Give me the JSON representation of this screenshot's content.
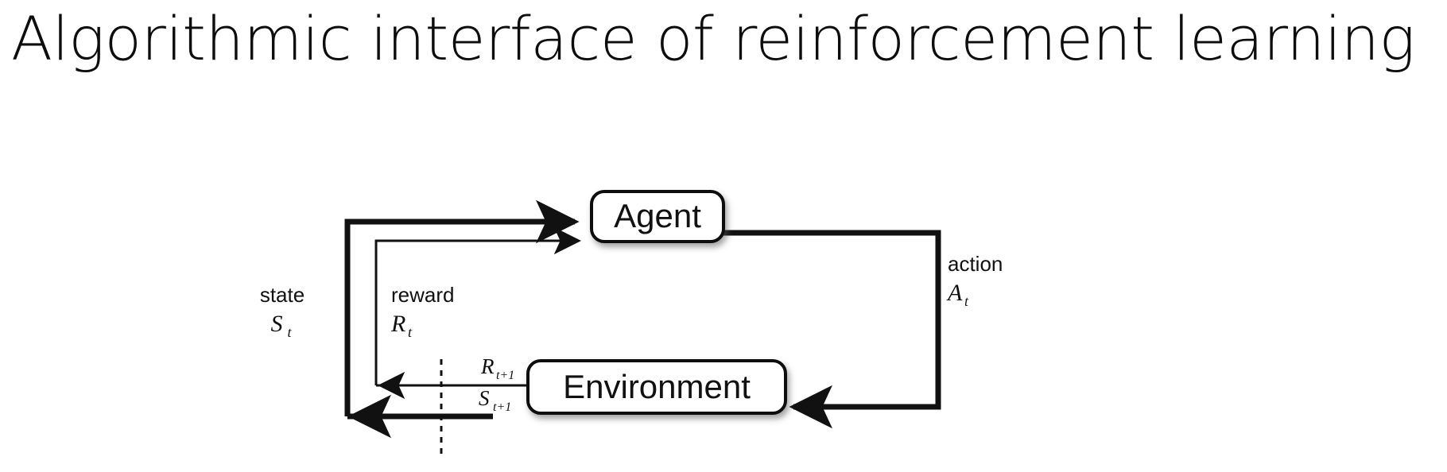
{
  "slide": {
    "title": "Algorithmic interface of reinforcement learning",
    "background_color": "#ffffff",
    "ink_color": "#111111"
  },
  "diagram": {
    "type": "agent-environment-interaction-loop",
    "nodes": [
      {
        "id": "agent",
        "label": "Agent",
        "shape": "rounded-rectangle"
      },
      {
        "id": "environment",
        "label": "Environment",
        "shape": "rounded-rectangle"
      }
    ],
    "edges": [
      {
        "id": "state-edge",
        "from": "environment",
        "to": "agent",
        "word": "state",
        "symbol": "S",
        "subscript": "t",
        "stroke": "thick"
      },
      {
        "id": "reward-edge",
        "from": "environment",
        "to": "agent",
        "word": "reward",
        "symbol": "R",
        "subscript": "t",
        "stroke": "thin"
      },
      {
        "id": "action-edge",
        "from": "agent",
        "to": "environment",
        "word": "action",
        "symbol": "A",
        "subscript": "t",
        "stroke": "thick"
      }
    ],
    "emissions": [
      {
        "id": "reward-next",
        "symbol": "R",
        "subscript": "t+1"
      },
      {
        "id": "state-next",
        "symbol": "S",
        "subscript": "t+1"
      }
    ],
    "time_boundary": {
      "id": "timestep-divider",
      "style": "dashed-vertical-line"
    }
  }
}
